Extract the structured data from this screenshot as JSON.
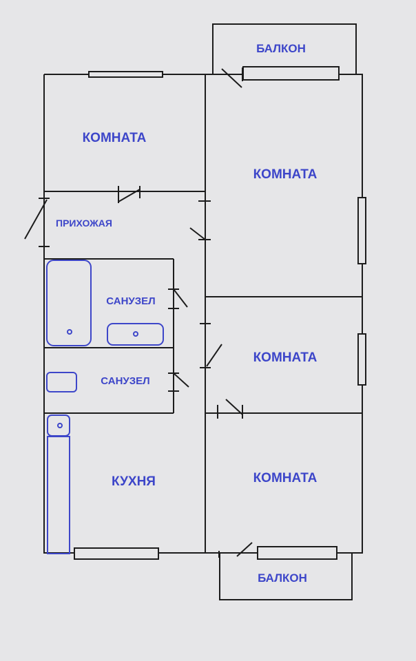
{
  "plan": {
    "rooms": [
      {
        "id": "balcony-top",
        "label": "БАЛКОН"
      },
      {
        "id": "room-top-left",
        "label": "КОМНАТА"
      },
      {
        "id": "room-top-right",
        "label": "КОМНАТА"
      },
      {
        "id": "hallway",
        "label": "ПРИХОЖАЯ"
      },
      {
        "id": "bathroom-1",
        "label": "САНУЗЕЛ"
      },
      {
        "id": "bathroom-2",
        "label": "САНУЗЕЛ"
      },
      {
        "id": "room-middle-right",
        "label": "КОМНАТА"
      },
      {
        "id": "kitchen",
        "label": "КУХНЯ"
      },
      {
        "id": "room-bottom-right",
        "label": "КОМНАТА"
      },
      {
        "id": "balcony-bottom",
        "label": "БАЛКОН"
      }
    ],
    "colors": {
      "background": "#e6e6e8",
      "wall": "#1c1c1c",
      "label": "#3d46c9",
      "fixture": "#3d46c9"
    }
  }
}
